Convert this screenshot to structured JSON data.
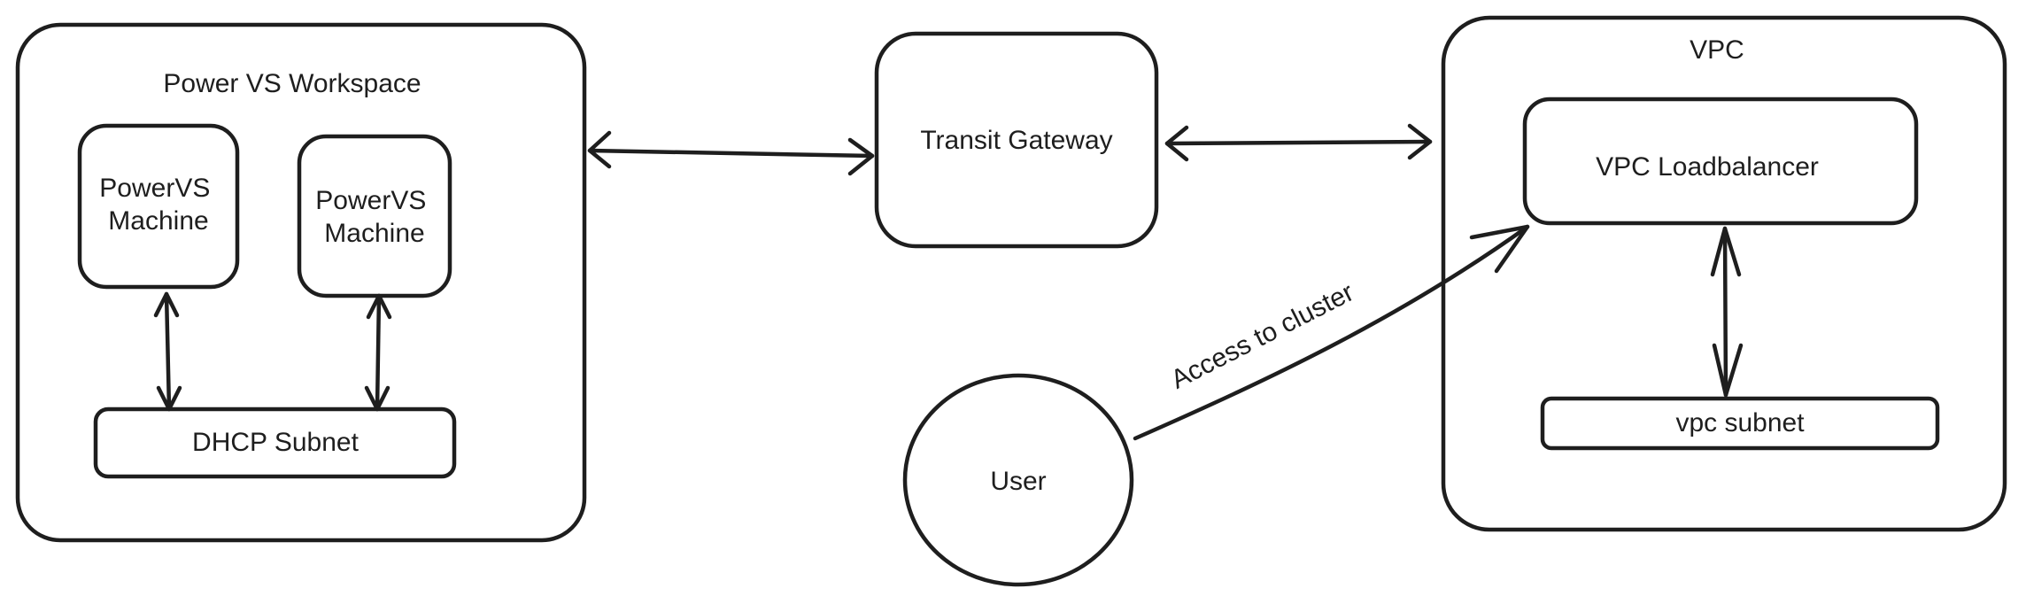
{
  "nodes": {
    "powervs_workspace": "Power VS Workspace",
    "powervs_machine_1": [
      "PowerVS",
      "Machine"
    ],
    "powervs_machine_2": [
      "PowerVS",
      "Machine"
    ],
    "dhcp_subnet": "DHCP Subnet",
    "transit_gateway": "Transit Gateway",
    "vpc": "VPC",
    "vpc_loadbalancer": "VPC Loadbalancer",
    "vpc_subnet": "vpc subnet",
    "user": "User"
  },
  "edges": {
    "user_to_loadbalancer": "Access to cluster"
  }
}
